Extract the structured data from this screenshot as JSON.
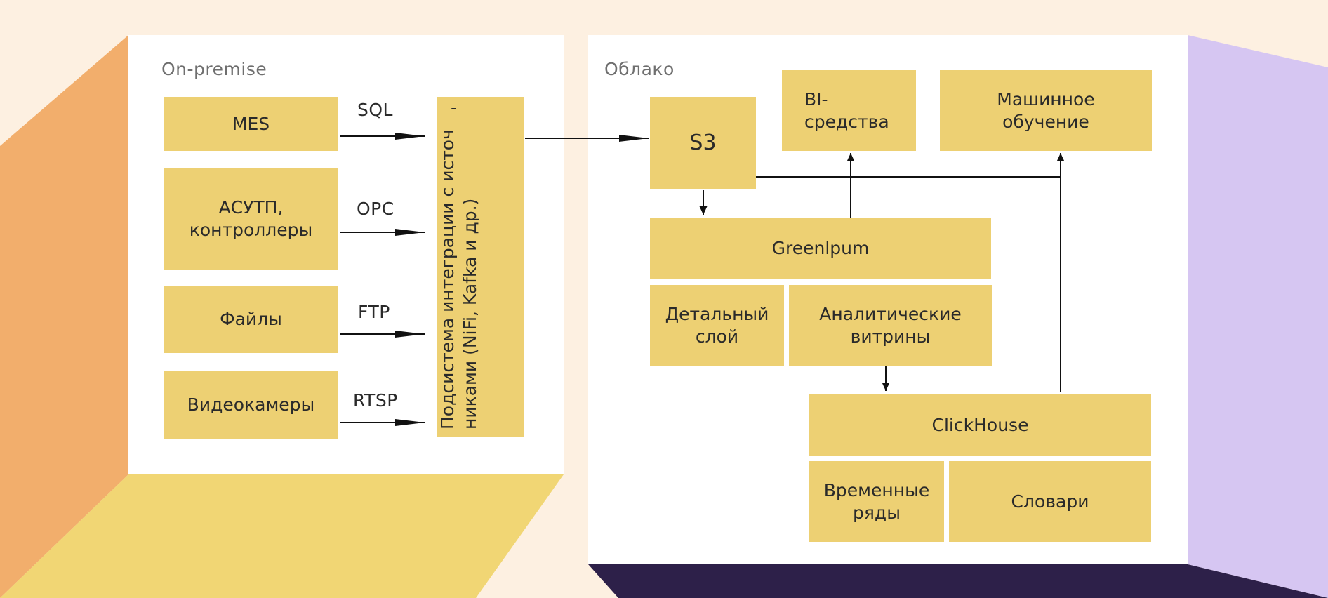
{
  "colors": {
    "background": "#fdf0e1",
    "left_wall": "#f2ae6c",
    "floor_left": "#f1d674",
    "right_wall": "#d6c6f2",
    "floor_right": "#2d2049",
    "panel": "#ffffff",
    "box": "#edd073",
    "text": "#2a2a2a",
    "title": "#6f6f6f"
  },
  "onprem": {
    "title": "On-premise",
    "sources": [
      {
        "label": "MES"
      },
      {
        "label": "АСУТП,\nконтроллеры"
      },
      {
        "label": "Файлы"
      },
      {
        "label": "Видеокамеры"
      }
    ],
    "protocols": [
      "SQL",
      "OPC",
      "FTP",
      "RTSP"
    ],
    "integration": "Подсистема интеграции с источ\nниками (NiFi, Kafka и др.)",
    "integration_mark": "-"
  },
  "cloud": {
    "title": "Облако",
    "s3": "S3",
    "bi": "BI-\nсредства",
    "ml": "Машинное\nобучение",
    "greenplum": "Greenlpum",
    "detail_layer": "Детальный\nслой",
    "analytics_marts": "Аналитические\nвитрины",
    "clickhouse": "ClickHouse",
    "time_series": "Временные\nряды",
    "dictionaries": "Словари"
  }
}
